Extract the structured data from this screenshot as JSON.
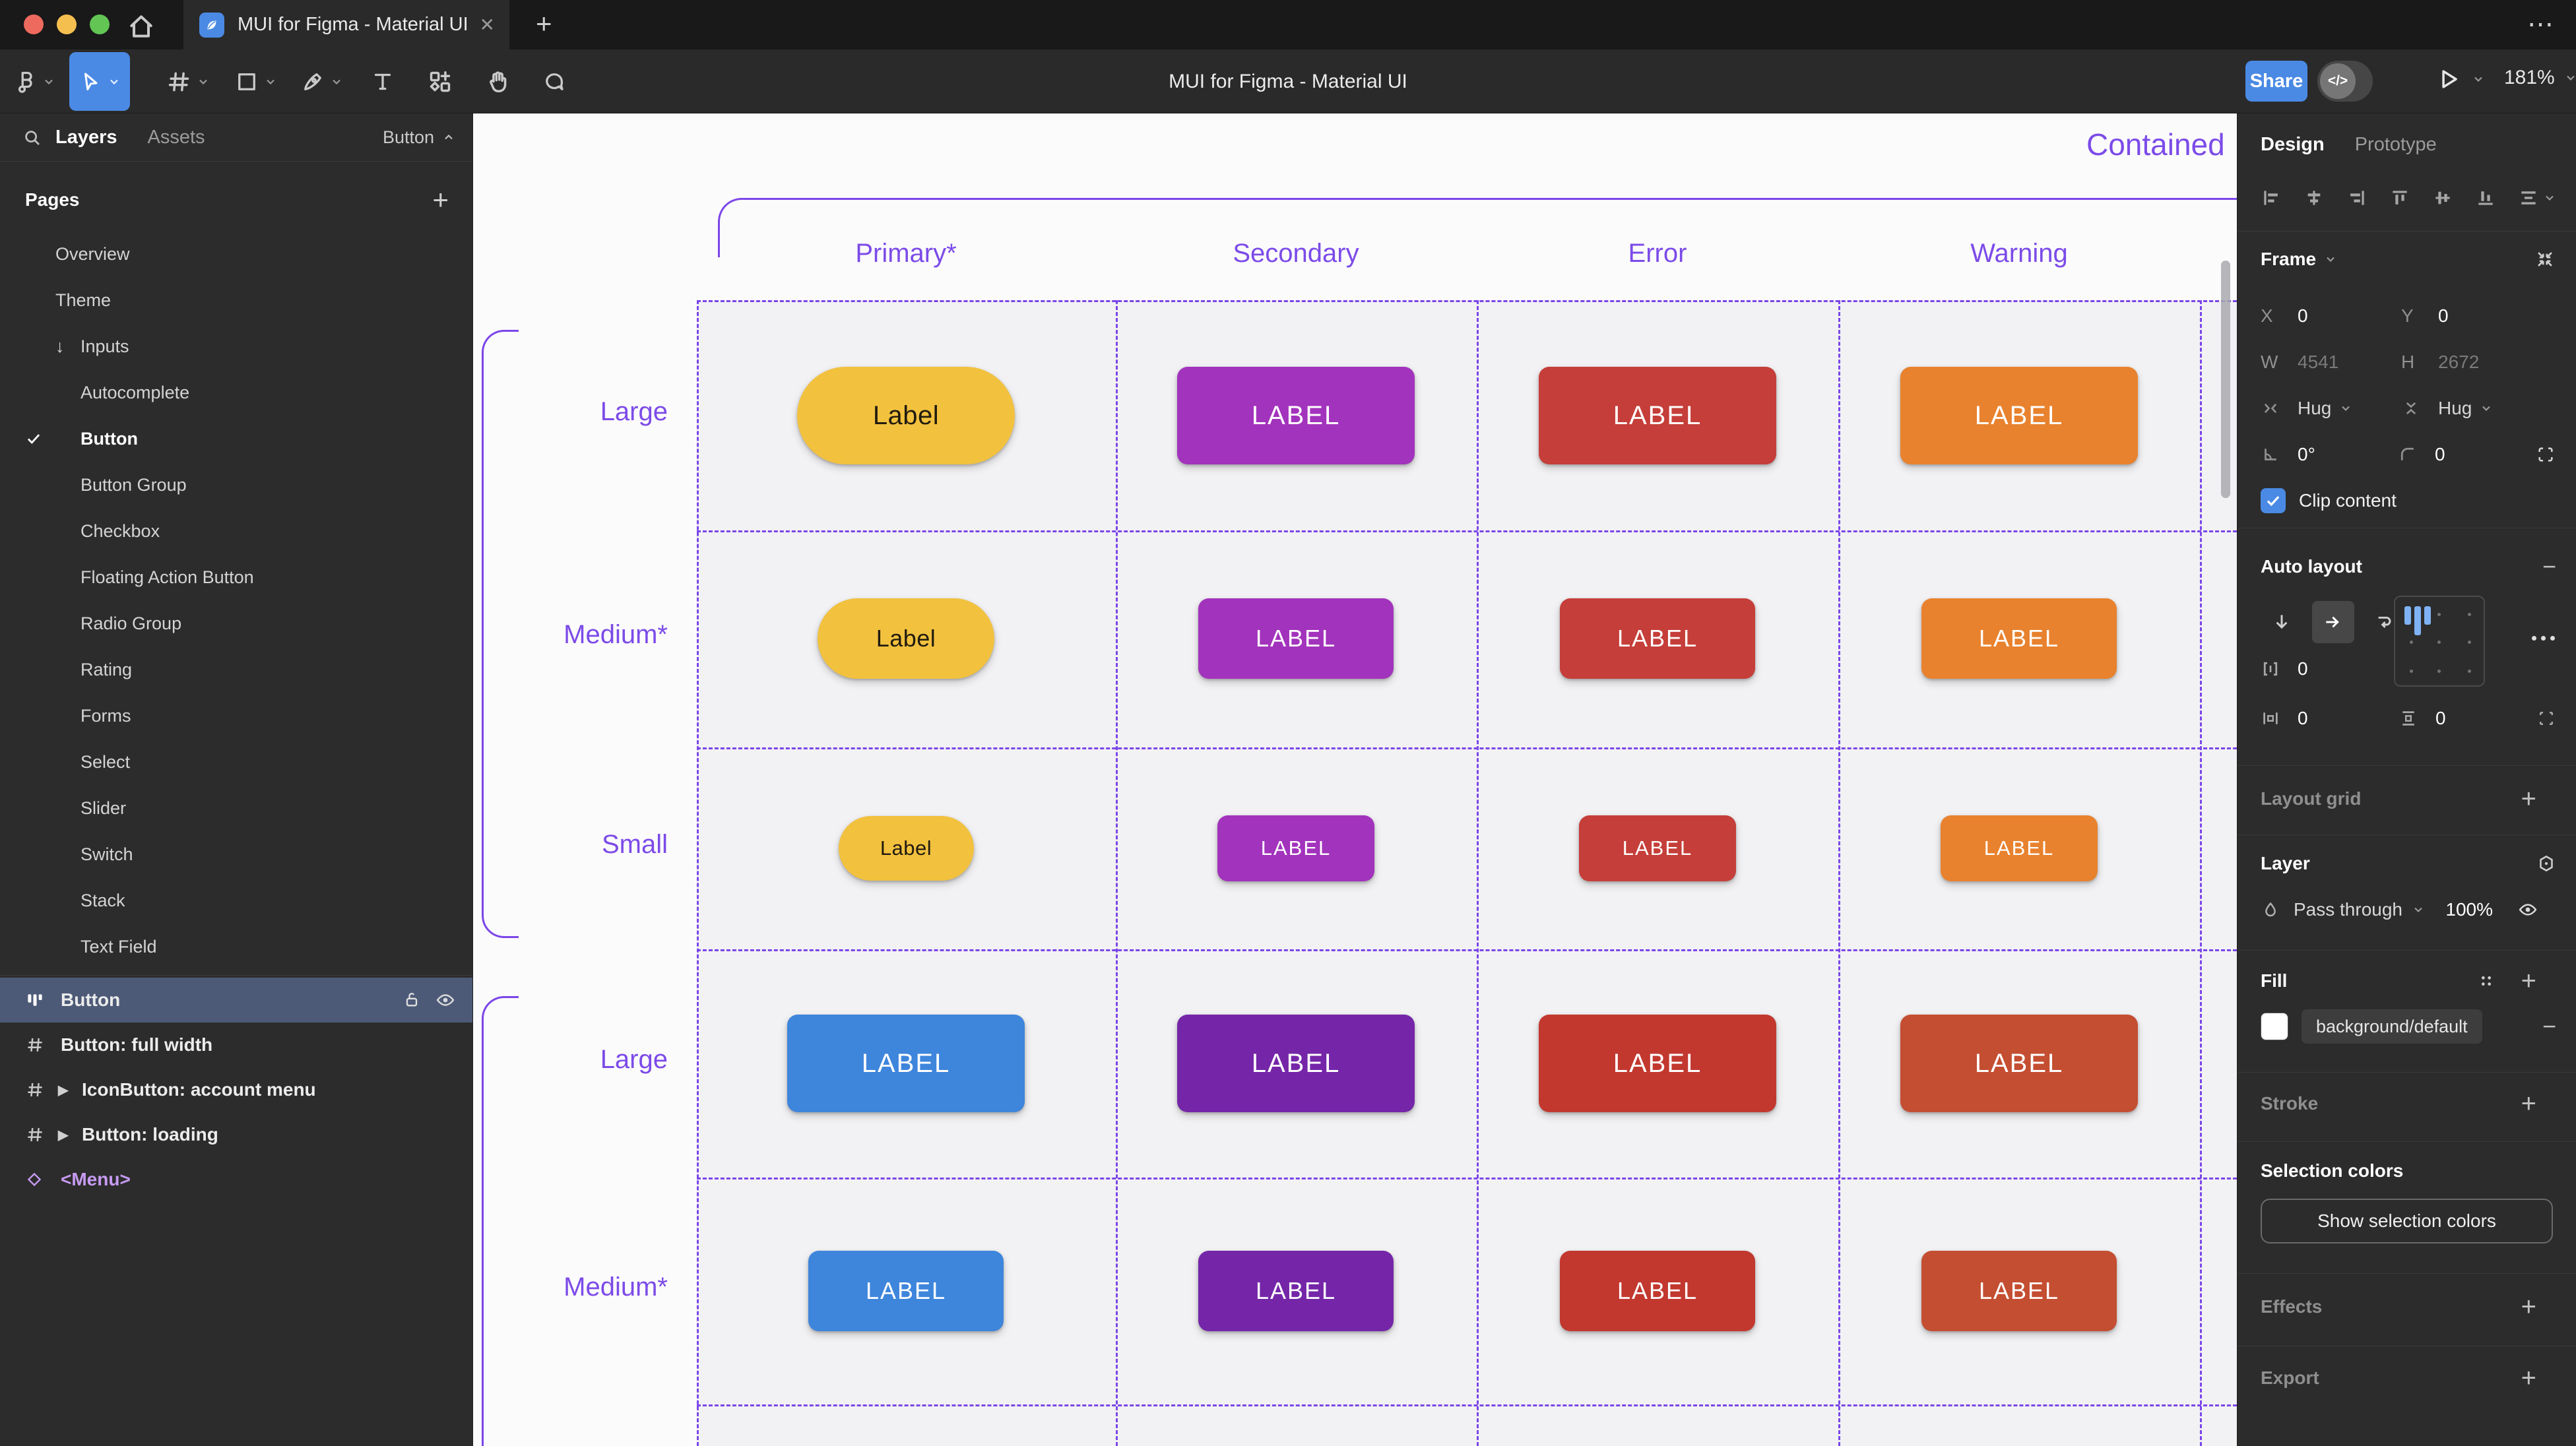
{
  "titlebar": {
    "tab_title": "MUI for Figma - Material UI",
    "close": "✕",
    "new_tab": "+",
    "more": "⋯"
  },
  "toolbar": {
    "title": "MUI for Figma - Material UI",
    "share": "Share",
    "dev": "</>",
    "zoom": "181%"
  },
  "sidebar": {
    "tab_layers": "Layers",
    "tab_assets": "Assets",
    "page_selector": "Button",
    "pages_header": "Pages",
    "pages": [
      {
        "label": "Overview"
      },
      {
        "label": "Theme"
      },
      {
        "label": "Inputs",
        "arrow": true
      },
      {
        "label": "Autocomplete",
        "indent": true
      },
      {
        "label": "Button",
        "indent": true,
        "checked": true,
        "active": true
      },
      {
        "label": "Button Group",
        "indent": true
      },
      {
        "label": "Checkbox",
        "indent": true
      },
      {
        "label": "Floating Action Button",
        "indent": true
      },
      {
        "label": "Radio Group",
        "indent": true
      },
      {
        "label": "Rating",
        "indent": true
      },
      {
        "label": "Forms",
        "indent": true
      },
      {
        "label": "Select",
        "indent": true
      },
      {
        "label": "Slider",
        "indent": true
      },
      {
        "label": "Switch",
        "indent": true
      },
      {
        "label": "Stack",
        "indent": true
      },
      {
        "label": "Text Field",
        "indent": true
      }
    ],
    "layers": [
      {
        "label": "Button",
        "icon": "auto-layout",
        "selected": true
      },
      {
        "label": "Button: full width",
        "icon": "hash"
      },
      {
        "label": "IconButton: account menu",
        "icon": "hash",
        "expand": true
      },
      {
        "label": "Button: loading",
        "icon": "hash",
        "expand": true
      },
      {
        "label": "<Menu>",
        "icon": "component",
        "purple": true
      }
    ]
  },
  "canvas": {
    "section_title": "Contained",
    "columns": [
      "Primary*",
      "Secondary",
      "Error",
      "Warning"
    ],
    "accent": "#7b46e8",
    "rows": [
      {
        "label": "Large",
        "size": "large",
        "cells": [
          {
            "text": "Label",
            "bg": "#F2C13E",
            "fg": "#211B10",
            "pill": true
          },
          {
            "text": "LABEL",
            "bg": "#A233BC",
            "fg": "#FFFFFF"
          },
          {
            "text": "LABEL",
            "bg": "#C53E39",
            "fg": "#FFFFFF"
          },
          {
            "text": "LABEL",
            "bg": "#E8822E",
            "fg": "#FFFFFF"
          }
        ]
      },
      {
        "label": "Medium*",
        "size": "medium",
        "cells": [
          {
            "text": "Label",
            "bg": "#F2C13E",
            "fg": "#211B10",
            "pill": true
          },
          {
            "text": "LABEL",
            "bg": "#A233BC",
            "fg": "#FFFFFF"
          },
          {
            "text": "LABEL",
            "bg": "#C53E39",
            "fg": "#FFFFFF"
          },
          {
            "text": "LABEL",
            "bg": "#E8822E",
            "fg": "#FFFFFF"
          }
        ]
      },
      {
        "label": "Small",
        "size": "small",
        "cells": [
          {
            "text": "Label",
            "bg": "#F2C13E",
            "fg": "#211B10",
            "pill": true
          },
          {
            "text": "LABEL",
            "bg": "#A233BC",
            "fg": "#FFFFFF"
          },
          {
            "text": "LABEL",
            "bg": "#C53E39",
            "fg": "#FFFFFF"
          },
          {
            "text": "LABEL",
            "bg": "#E8822E",
            "fg": "#FFFFFF"
          }
        ]
      },
      {
        "label": "Large",
        "size": "large",
        "cells": [
          {
            "text": "LABEL",
            "bg": "#3E85DC",
            "fg": "#FFFFFF"
          },
          {
            "text": "LABEL",
            "bg": "#7526A8",
            "fg": "#FFFFFF"
          },
          {
            "text": "LABEL",
            "bg": "#C2382F",
            "fg": "#FFFFFF"
          },
          {
            "text": "LABEL",
            "bg": "#C44E31",
            "fg": "#FFFFFF"
          }
        ]
      },
      {
        "label": "Medium*",
        "size": "medium",
        "cells": [
          {
            "text": "LABEL",
            "bg": "#3E85DC",
            "fg": "#FFFFFF"
          },
          {
            "text": "LABEL",
            "bg": "#7526A8",
            "fg": "#FFFFFF"
          },
          {
            "text": "LABEL",
            "bg": "#C2382F",
            "fg": "#FFFFFF"
          },
          {
            "text": "LABEL",
            "bg": "#C44E31",
            "fg": "#FFFFFF"
          }
        ]
      }
    ]
  },
  "inspector": {
    "tab_design": "Design",
    "tab_prototype": "Prototype",
    "frame": {
      "title": "Frame",
      "x_label": "X",
      "x": "0",
      "y_label": "Y",
      "y": "0",
      "w_label": "W",
      "w": "4541",
      "h_label": "H",
      "h": "2672",
      "hug_h": "Hug",
      "hug_v": "Hug",
      "rotation": "0°",
      "radius": "0",
      "clip": "Clip content"
    },
    "auto_layout": {
      "title": "Auto layout",
      "gap": "0",
      "pad_h": "0",
      "pad_v": "0"
    },
    "layout_grid_title": "Layout grid",
    "layer": {
      "title": "Layer",
      "blend": "Pass through",
      "opacity": "100%"
    },
    "fill": {
      "title": "Fill",
      "token": "background/default",
      "swatch": "#FFFFFF"
    },
    "stroke_title": "Stroke",
    "selection": {
      "title": "Selection colors",
      "button": "Show selection colors"
    },
    "effects_title": "Effects",
    "export_title": "Export"
  },
  "colors": {
    "accent_blue": "#4a8ae4",
    "canvas_purple": "#7b46e8",
    "selected_row": "#4d5a77"
  }
}
